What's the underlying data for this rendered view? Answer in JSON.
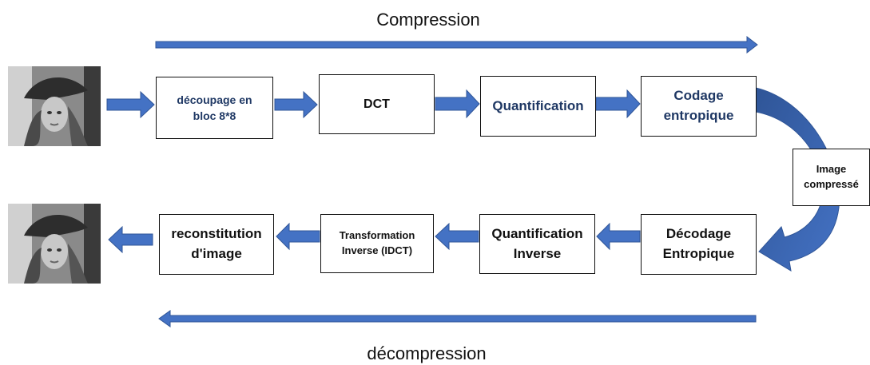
{
  "header": {
    "compression": "Compression"
  },
  "footer": {
    "decompression": "décompression"
  },
  "colors": {
    "arrow": "#4472c4",
    "arrow_dark": "#2f5597",
    "navy_text": "#1f3864",
    "border": "#111111"
  },
  "compression_steps": [
    {
      "label": "découpage en bloc 8*8"
    },
    {
      "label": "DCT"
    },
    {
      "label": "Quantification"
    },
    {
      "label": "Codage entropique"
    }
  ],
  "compressed": {
    "label": "Image compressé"
  },
  "decompression_steps": [
    {
      "label": "Décodage Entropique"
    },
    {
      "label": "Quantification Inverse"
    },
    {
      "label": "Transformation Inverse (IDCT)"
    },
    {
      "label": "reconstitution d'image"
    }
  ],
  "images": {
    "input": "grayscale-portrait-image",
    "output": "grayscale-portrait-image"
  }
}
